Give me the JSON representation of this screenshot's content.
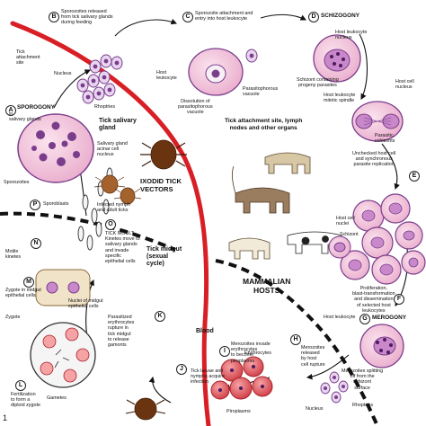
{
  "figure_number": "1",
  "stages": {
    "A": {
      "badge": "A",
      "title": "SPOROGONY",
      "sub": "in\nsalivary glands"
    },
    "B": {
      "badge": "B",
      "text": "Sporozoites released\nfrom tick salivary glands\nduring feeding"
    },
    "C": {
      "badge": "C",
      "text": "Sporozoite attachment and\nentry into host leukocyte"
    },
    "D": {
      "badge": "D",
      "title": "SCHIZOGONY"
    },
    "E": {
      "badge": "E",
      "text": "Unchecked host cell\nand synchronous\nparasite replication"
    },
    "F": {
      "badge": "F",
      "text": "Proliferation,\nblast-transformation\nand dissemination\nof selected host\nleukocytes"
    },
    "G": {
      "badge": "G",
      "title": "MEROGONY"
    },
    "H": {
      "badge": "H",
      "text": "Merozoites\nreleased\nby host\ncell rupture"
    },
    "I": {
      "badge": "I",
      "text": "Merozoites invade\nerythrocytes\nto become\npiroplasms"
    },
    "J": {
      "badge": "J",
      "text": "Tick larvae and\nnymphs acquire\ninfection"
    },
    "K": {
      "badge": "K",
      "text": "Parasitized\nerythrocytes\nrupture in\ntick midgut\nto release\ngamonts"
    },
    "L": {
      "badge": "L",
      "text": "Fertilization\nto form a\ndiploid zygote"
    },
    "M": {
      "badge": "M",
      "text": "Zygote in midgut\nepithelial cells"
    },
    "N": {
      "badge": "N",
      "text": "Motile\nkinetes"
    },
    "O": {
      "badge": "O",
      "text": "TICK MOULT\nKinetes move to\nsalivary glands\nand invade\nspecific\nepithelial cells"
    },
    "P": {
      "badge": "P",
      "text": "Sporoblasts"
    }
  },
  "labels": {
    "tick_attachment_site": "Tick\nattachment\nsite",
    "nucleus_a": "Nucleus",
    "rhoptries_a": "Rhoptries",
    "host_leukocyte_c": "Host\nleukocyte",
    "parasitophorous_vacuole": "Parasitophorous\nvacuole",
    "dissolution": "Dissolution of\nparasitophorous\nvacuole",
    "host_leukocyte_d": "Host leukocyte\nnucleus",
    "schizont_progeny": "Schizont containing\nprogeny parasites",
    "host_cell_nucleus": "Host cell\nnucleus",
    "mitotic_spindle": "Host leukocyte\nmitotic spindle",
    "parasitic_schizonts": "Parasitic\nschizonts",
    "tick_salivary_gland": "Tick salivary\ngland",
    "salivary_acinar": "Salivary gland\nacinar cell\nnucleus",
    "sporozoites": "Sporozoites",
    "ixodid_tick_vectors": "IXODID TICK\nVECTORS",
    "infected_ticks": "Infected nymph\nand adult ticks",
    "attachment_lymph": "Tick attachment site, lymph\nnodes and other organs",
    "mammalian_hosts": "MAMMALIAN\nHOSTS",
    "host_cell_nuclei": "Host cell\nnuclei",
    "schizont_f": "Schizont",
    "tick_midgut": "Tick midgut\n(sexual\ncycle)",
    "nuclei_midgut": "Nuclei of midgut\nepithelial cells",
    "zygote": "Zygote",
    "gametes": "Gametes",
    "blood": "Blood",
    "erythrocytes": "Erythrocytes",
    "piroplasms": "Piroplasms",
    "host_leukocyte_g": "Host leukocyte",
    "merozoites_splitting": "Merozoites splitting\noff from the\nschizont\nsurface",
    "nucleus_h": "Nucleus",
    "rhoptries_h": "Rhoptries"
  },
  "colors": {
    "red_line": "#d81f26",
    "cell_pink": "#f2c6d9",
    "cell_purple": "#7a3d8c",
    "rbc_red": "#e2555c",
    "tick_brown": "#6b3410"
  }
}
